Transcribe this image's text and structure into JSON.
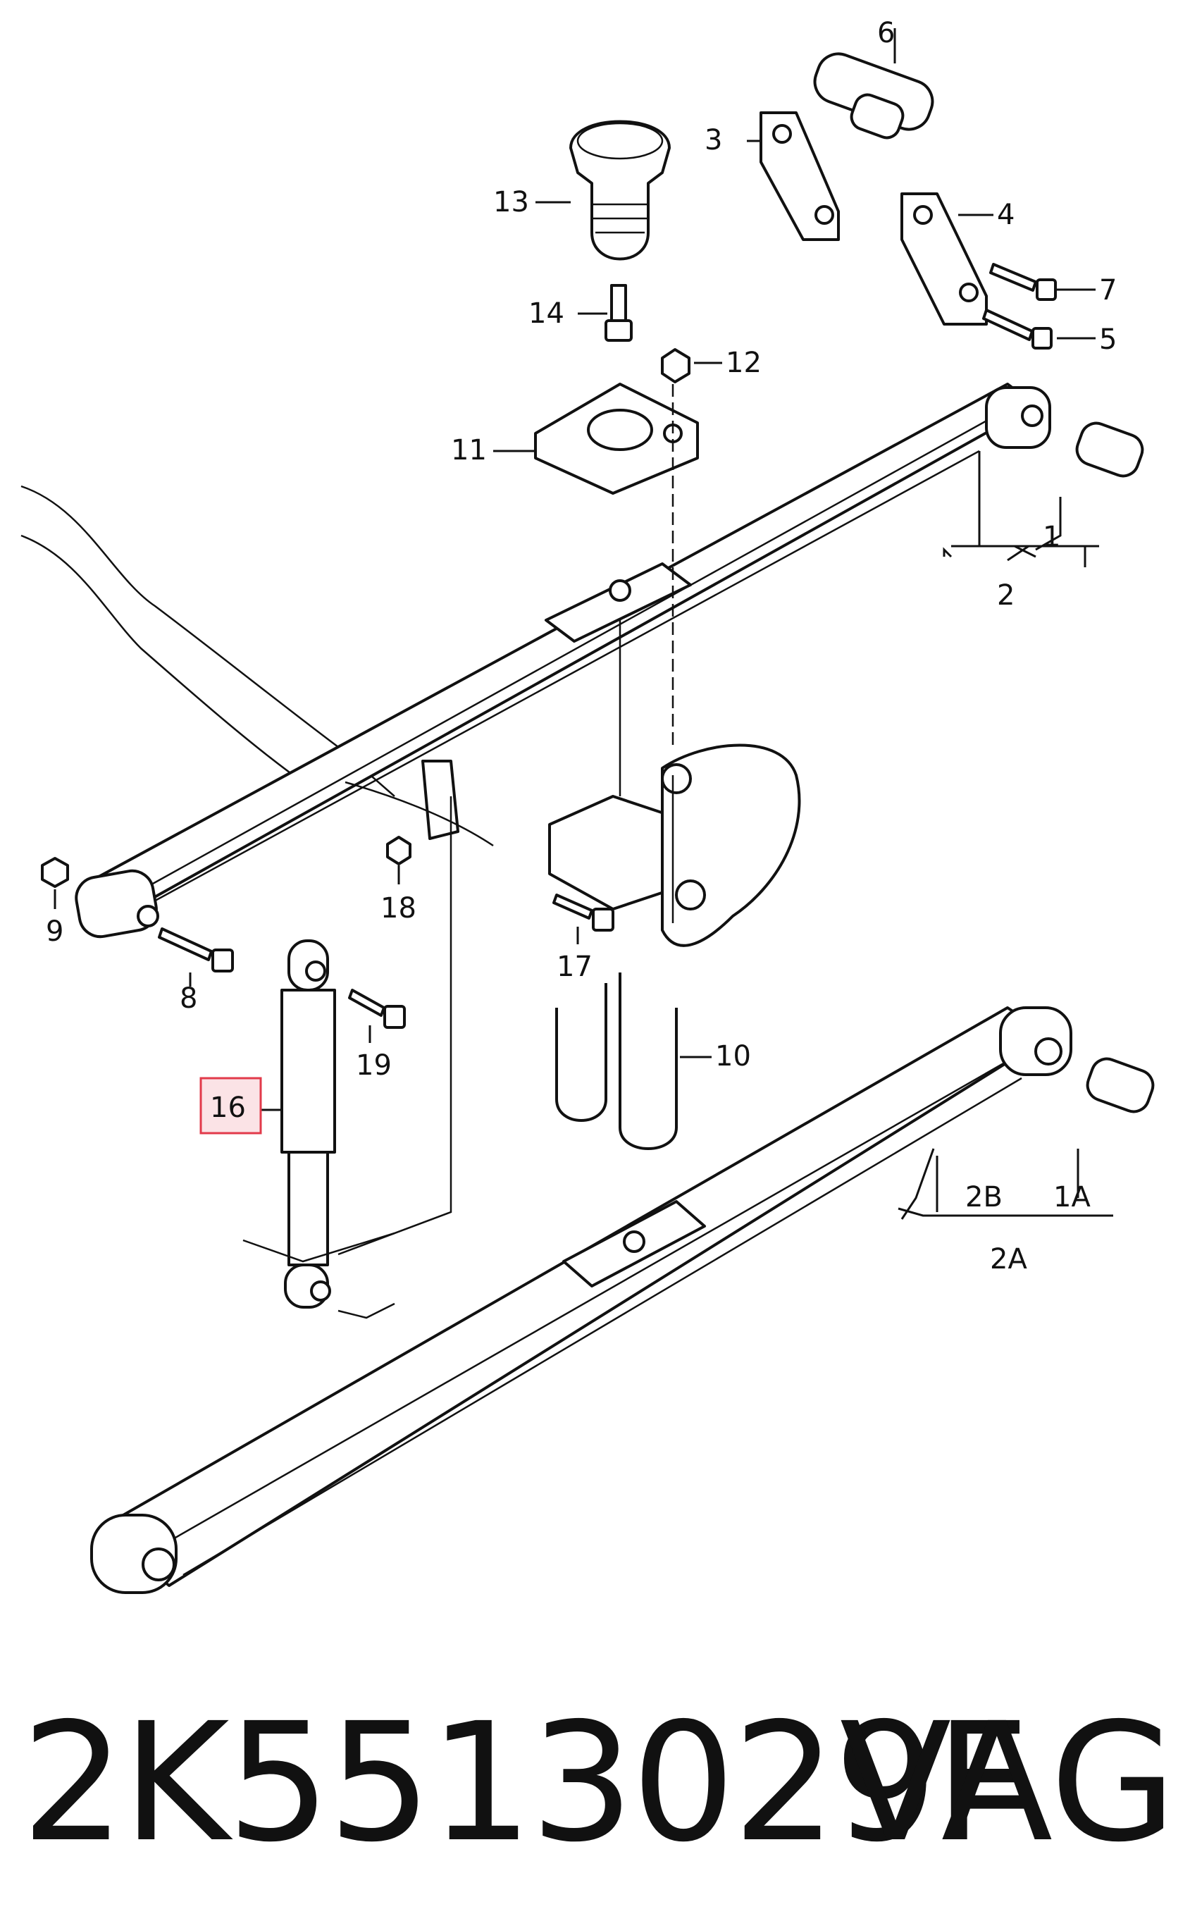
{
  "callouts": {
    "c1": "1",
    "c1A": "1A",
    "c2": "2",
    "c2A": "2A",
    "c2B": "2B",
    "c3": "3",
    "c4": "4",
    "c5": "5",
    "c6": "6",
    "c7": "7",
    "c8": "8",
    "c9": "9",
    "c10": "10",
    "c11": "11",
    "c12": "12",
    "c13": "13",
    "c14": "14",
    "c16": "16",
    "c17": "17",
    "c18": "18",
    "c19": "19"
  },
  "highlighted_callout": "16",
  "highlight_color": "#e23a4a",
  "highlight_fill": "#fbe3e6",
  "footer": {
    "part_number": "2K5513029F",
    "brand": "VAG"
  }
}
